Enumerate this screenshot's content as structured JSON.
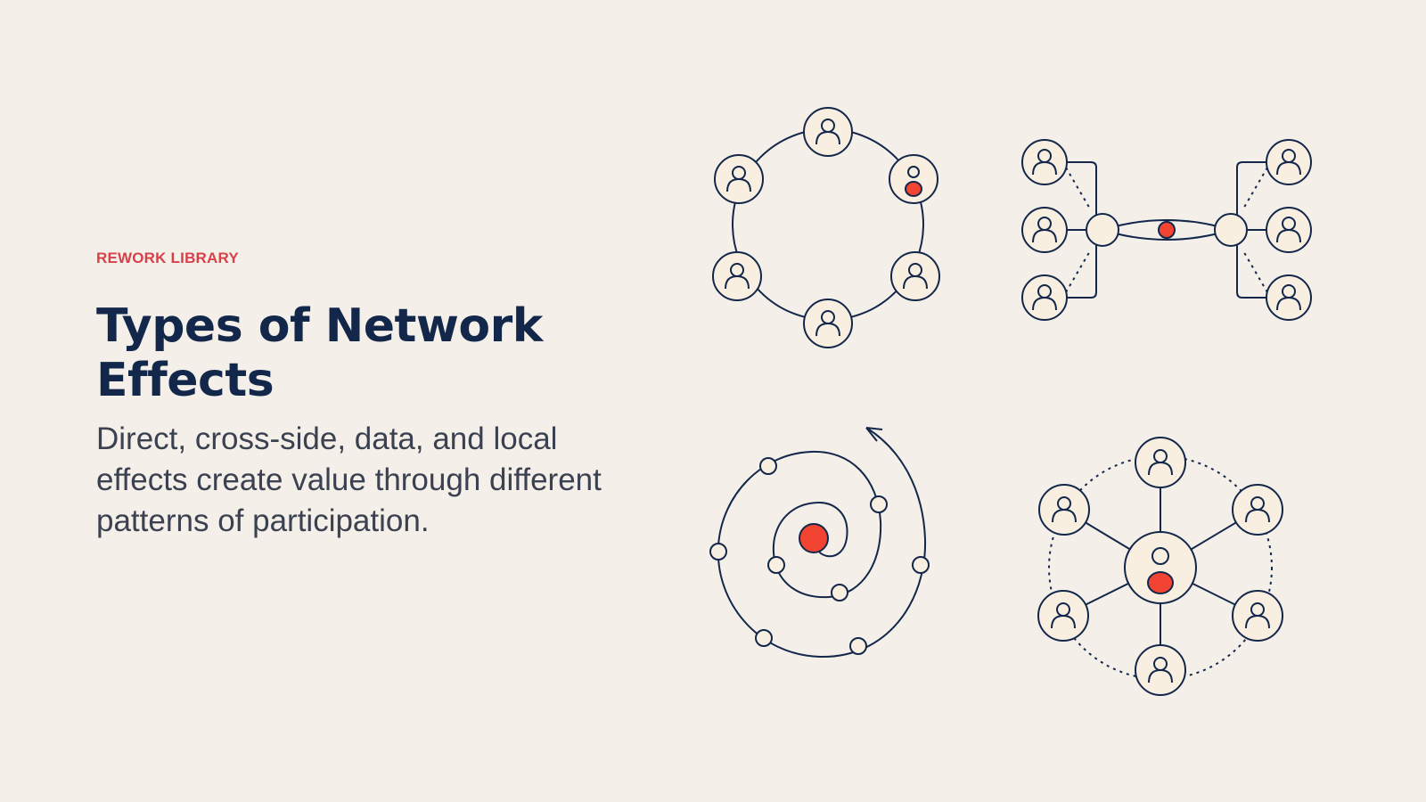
{
  "eyebrow": "REWORK LIBRARY",
  "title": "Types of Network Effects",
  "subtitle": "Direct, cross-side, data, and local effects create value through different patterns of participation.",
  "colors": {
    "background": "#f4f0e9",
    "navy": "#13274a",
    "accent_red": "#f24433",
    "eyebrow_red": "#d9404a",
    "node_fill": "#f8efe1"
  },
  "diagrams": [
    {
      "id": "direct",
      "icon": "user-ring-icon"
    },
    {
      "id": "cross-side",
      "icon": "two-sided-network-icon"
    },
    {
      "id": "data",
      "icon": "spiral-icon"
    },
    {
      "id": "local",
      "icon": "hub-and-spoke-icon"
    }
  ]
}
